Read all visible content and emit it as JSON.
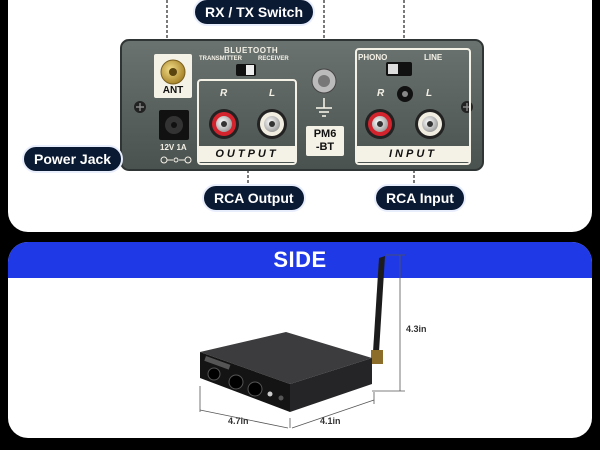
{
  "callouts": {
    "rx_tx_switch": "RX / TX Switch",
    "power_jack": "Power Jack",
    "rca_output": "RCA Output",
    "rca_input": "RCA Input"
  },
  "panel": {
    "bluetooth": "BLUETOOTH",
    "transmitter": "TRANSMITTER",
    "receiver": "RECEIVER",
    "ant": "ANT",
    "phono": "PHONO",
    "line": "LINE",
    "right_label": "R",
    "left_label": "L",
    "output": "OUTPUT",
    "input": "INPUT",
    "model_line1": "PM6",
    "model_line2": "-BT",
    "power_rating": "12V 1A"
  },
  "side": {
    "title": "SIDE",
    "height": "4.3in",
    "width": "4.7in",
    "depth": "4.1in"
  },
  "colors": {
    "accent_blue": "#1f39e6",
    "callout_bg": "#0b1a33",
    "panel_gray": "#565e5c"
  }
}
